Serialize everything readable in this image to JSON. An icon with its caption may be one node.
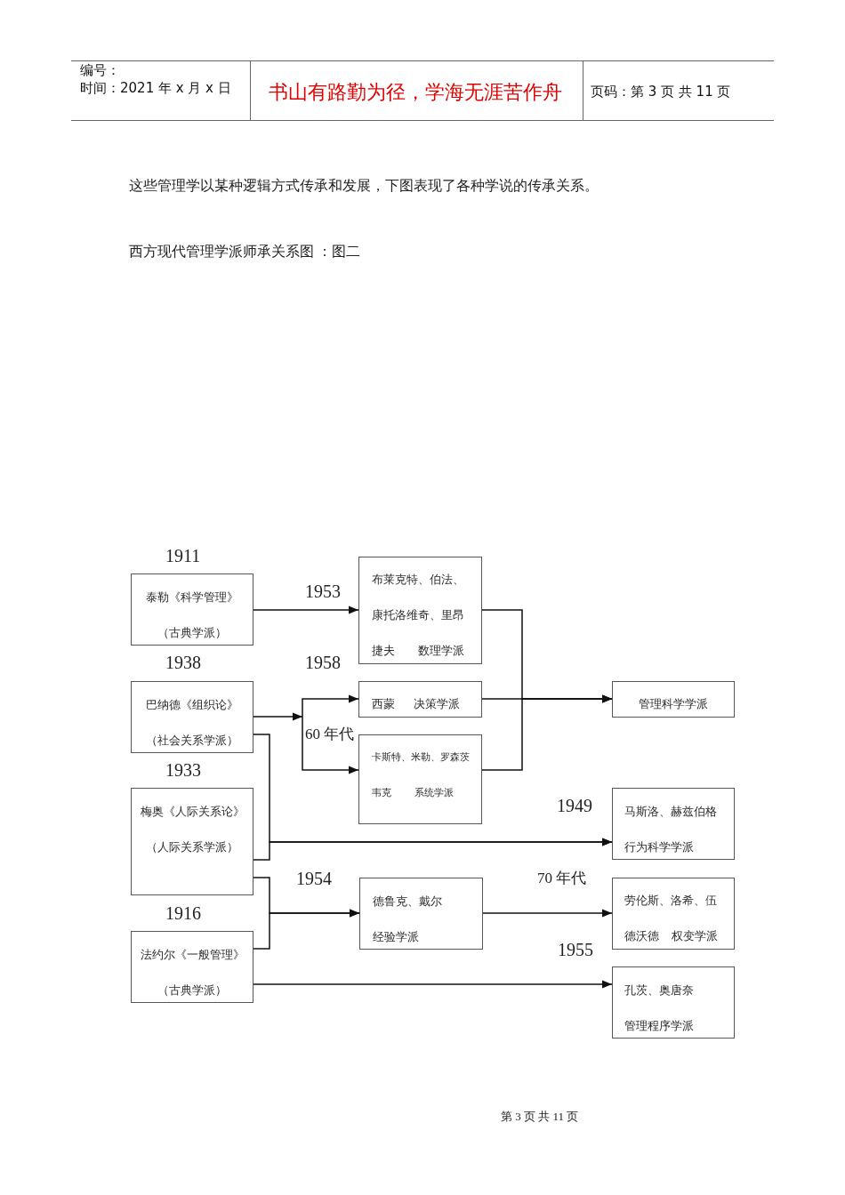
{
  "diagram": {
    "title": "西方现代管理学派师承关系图 ：图二",
    "nodes": [
      {
        "text": [
          "泰勒《科学管理》",
          "（古典学派）"
        ],
        "beside": [
          "1911"
        ]
      },
      {
        "text": [
          "巴纳德《组织论》",
          "（社会关系学派）"
        ],
        "beside": [
          "1938"
        ]
      },
      {
        "text": [
          "梅奥《人际关系论》",
          "（人际关系学派）"
        ],
        "beside": [
          "1933"
        ]
      },
      {
        "text": [
          "法约尔《一般管理》",
          "（古典学派）"
        ],
        "beside": [
          "1916"
        ]
      },
      {
        "text": [
          "布莱克特、伯法、康托洛维奇、里昂捷夫 数理学派"
        ]
      },
      {
        "text": [
          "西蒙 决策学派"
        ]
      },
      {
        "text": [
          "卡斯特、米勒、罗森茨韦克 系统学派"
        ]
      },
      {
        "text": [
          "德鲁克、戴尔",
          "经验学派"
        ]
      },
      {
        "text": [
          "管理科学学派"
        ]
      },
      {
        "text": [
          "马斯洛、赫兹伯格",
          "行为科学学派"
        ]
      },
      {
        "text": [
          "劳伦斯、洛希、伍德沃德 权变学派"
        ]
      },
      {
        "text": [
          "孔茨、奥唐奈",
          "管理程序学派"
        ]
      }
    ],
    "edges": [
      {
        "from": 0,
        "to": 4,
        "arrow": "to",
        "label": "1953"
      },
      {
        "from": 1,
        "to": 5,
        "arrow": "to",
        "label": "1958"
      },
      {
        "from": 1,
        "to": 6,
        "arrow": "to",
        "label": "60 年代"
      },
      {
        "from": 4,
        "to": 8,
        "arrow": "to"
      },
      {
        "from": 5,
        "to": 8,
        "arrow": "to"
      },
      {
        "from": 6,
        "to": 8,
        "arrow": "to"
      },
      {
        "from": 1,
        "to": 9,
        "arrow": "to",
        "label": "1949"
      },
      {
        "from": 2,
        "to": 9,
        "arrow": "to"
      },
      {
        "from": 2,
        "to": 7,
        "arrow": "to",
        "label": "1954"
      },
      {
        "from": 3,
        "to": 7,
        "arrow": "to"
      },
      {
        "from": 7,
        "to": 10,
        "arrow": "to",
        "label": "70 年代"
      },
      {
        "from": 3,
        "to": 11,
        "arrow": "to",
        "label": "1955"
      }
    ],
    "labels": [
      "编号：",
      "时间：2021 年 x 月 x 日",
      "书山有路勤为径，学海无涯苦作舟",
      "页码：第 3 页 共 11 页",
      "这些管理学以某种逻辑方式传承和发展，下图表现了各种学说的传承关系。",
      "第 3 页 共 11 页"
    ]
  }
}
